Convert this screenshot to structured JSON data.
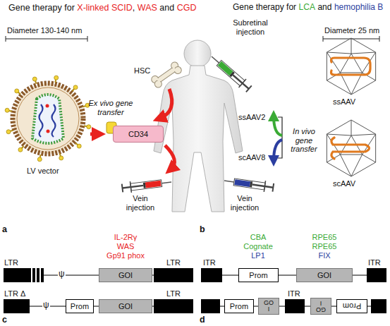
{
  "diagram": {
    "nodes": [
      {
        "text": [
          "CD34"
        ]
      },
      {
        "text": [
          "GOI"
        ]
      },
      {
        "text": [
          "Prom"
        ]
      },
      {
        "text": [
          "GOI"
        ]
      },
      {
        "text": [
          "Prom"
        ]
      },
      {
        "text": [
          "GOI"
        ]
      },
      {
        "text": [
          "Prom"
        ]
      },
      {
        "text": [
          "GO I"
        ]
      },
      {
        "text": [
          "GO I"
        ]
      },
      {
        "text": [
          "Prom"
        ]
      }
    ],
    "labels": [
      "Gene therapy for",
      "X-linked SCID",
      ",",
      "WAS",
      "and",
      "CGD",
      "Gene therapy for",
      "LCA",
      "and",
      "hemophilia B",
      "Diameter 130-140 nm",
      "Diameter 25 nm",
      "HSC",
      "Subretinal injection",
      "Ex vivo gene transfer",
      "In vivo gene transfer",
      "ssAAV2",
      "scAAV8",
      "ssAAV",
      "scAAV",
      "LV vector",
      "Vein injection",
      "Vein injection",
      "a",
      "b",
      "c",
      "d",
      "IL-2Rγ",
      "WAS",
      "Gp91 phox",
      "LTR",
      "LTR",
      "LTR Δ",
      "LTR",
      "ψ",
      "ψ",
      "CBA",
      "Cognate",
      "LP1",
      "RPE65",
      "RPE65",
      "FIX",
      "ITR",
      "ITR",
      "ITR"
    ]
  }
}
